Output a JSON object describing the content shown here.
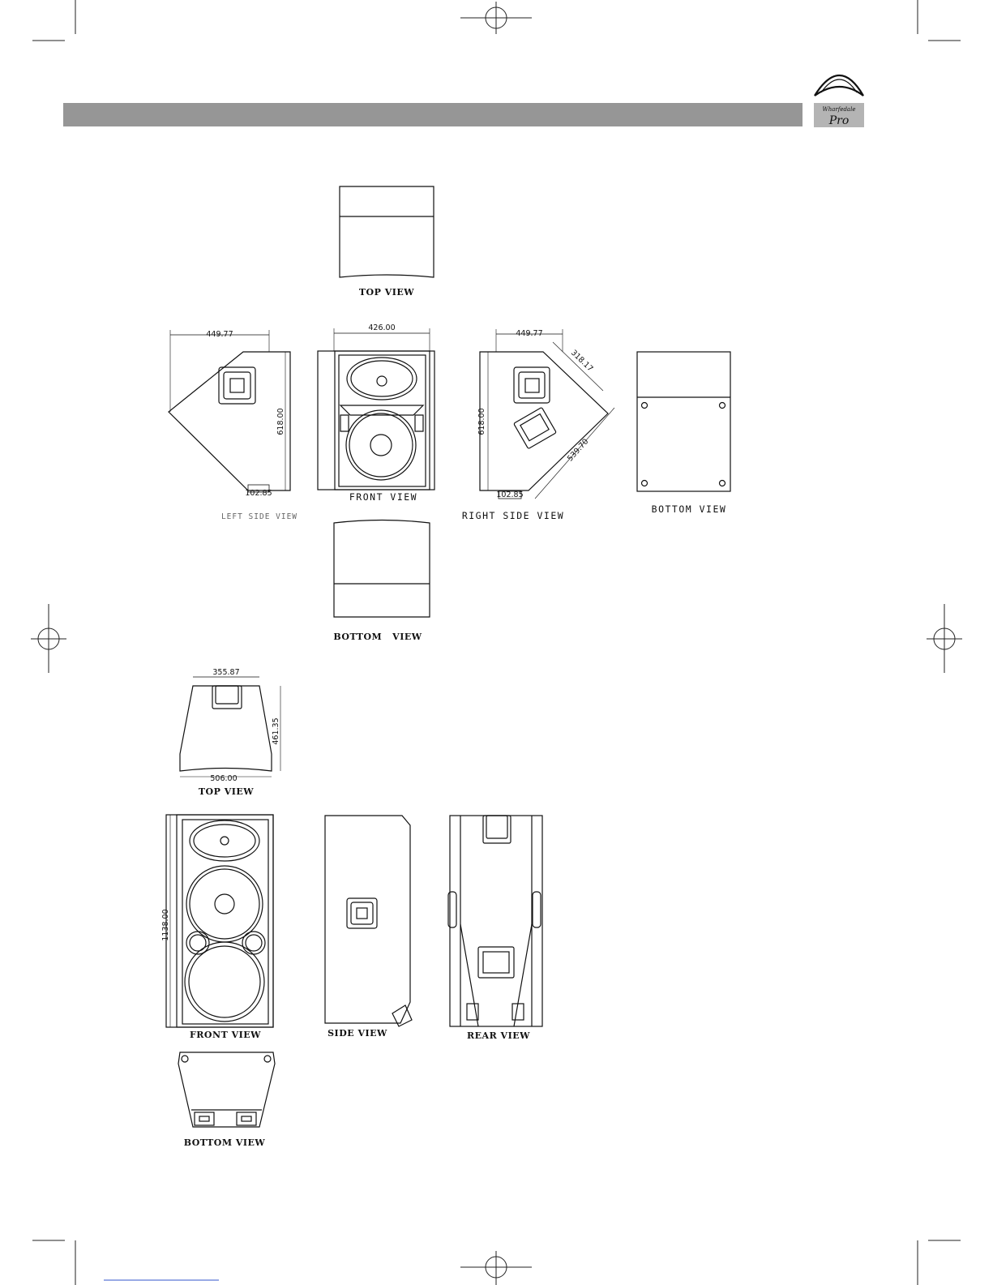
{
  "brand": {
    "logo_line1": "Wharfedale",
    "logo_line2": "Pro"
  },
  "colors": {
    "header_bar": "#969696",
    "line": "#111111",
    "logo_badge": "#b4b4b4"
  },
  "monitor_drawing": {
    "top_view_label": "TOP VIEW",
    "left_side_label": "LEFT SIDE VIEW",
    "front_label": "FRONT VIEW",
    "right_side_label": "RIGHT SIDE VIEW",
    "bottom_right_label": "BOTTOM VIEW",
    "bottom_label": "BOTTOM   VIEW",
    "dims": {
      "left_width": "449.77",
      "left_height": "618.00",
      "left_base": "102.85",
      "front_width": "426.00",
      "right_width": "449.77",
      "right_height": "618.00",
      "right_diag_top": "318.17",
      "right_diag_bottom": "539.70",
      "right_base": "102.85"
    }
  },
  "cabinet_drawing": {
    "top_view_label": "TOP VIEW",
    "front_label": "FRONT VIEW",
    "side_label": "SIDE VIEW",
    "rear_label": "REAR VIEW",
    "bottom_label": "BOTTOM VIEW",
    "dims": {
      "top_back_width": "355.87",
      "top_depth": "461.35",
      "top_front_width": "506.00",
      "front_height": "1138.00"
    }
  }
}
